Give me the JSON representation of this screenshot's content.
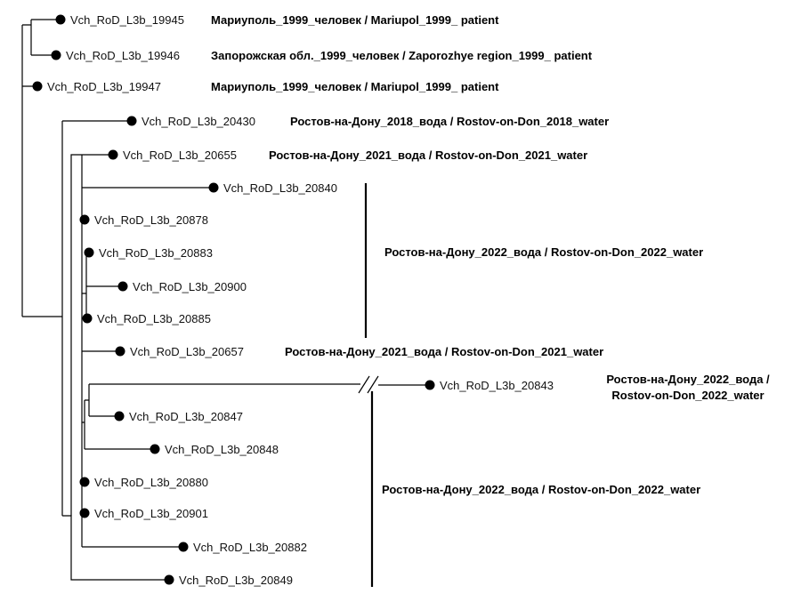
{
  "leaves": [
    {
      "id": "Vch_RoD_L3b_19945",
      "meta": "Мариуполь_1999_человек / Mariupol_1999_ patient"
    },
    {
      "id": "Vch_RoD_L3b_19946",
      "meta": "Запорожская обл._1999_человек / Zaporozhye region_1999_ patient"
    },
    {
      "id": "Vch_RoD_L3b_19947",
      "meta": "Мариуполь_1999_человек / Mariupol_1999_ patient"
    },
    {
      "id": "Vch_RoD_L3b_20430",
      "meta": "Ростов-на-Дону_2018_вода / Rostov-on-Don_2018_water"
    },
    {
      "id": "Vch_RoD_L3b_20655",
      "meta": "Ростов-на-Дону_2021_вода / Rostov-on-Don_2021_water"
    },
    {
      "id": "Vch_RoD_L3b_20840"
    },
    {
      "id": "Vch_RoD_L3b_20878"
    },
    {
      "id": "Vch_RoD_L3b_20883"
    },
    {
      "id": "Vch_RoD_L3b_20900"
    },
    {
      "id": "Vch_RoD_L3b_20885"
    },
    {
      "id": "Vch_RoD_L3b_20657",
      "meta": "Ростов-на-Дону_2021_вода / Rostov-on-Don_2021_water"
    },
    {
      "id": "Vch_RoD_L3b_20843",
      "meta_lines": [
        "Ростов-на-Дону_2022_вода /",
        "Rostov-on-Don_2022_water"
      ]
    },
    {
      "id": "Vch_RoD_L3b_20847"
    },
    {
      "id": "Vch_RoD_L3b_20848"
    },
    {
      "id": "Vch_RoD_L3b_20880"
    },
    {
      "id": "Vch_RoD_L3b_20901"
    },
    {
      "id": "Vch_RoD_L3b_20882"
    },
    {
      "id": "Vch_RoD_L3b_20849"
    }
  ],
  "groups": [
    {
      "label": "Ростов-на-Дону_2022_вода / Rostov-on-Don_2022_water"
    },
    {
      "label": "Ростов-на-Дону_2022_вода / Rostov-on-Don_2022_water"
    }
  ]
}
